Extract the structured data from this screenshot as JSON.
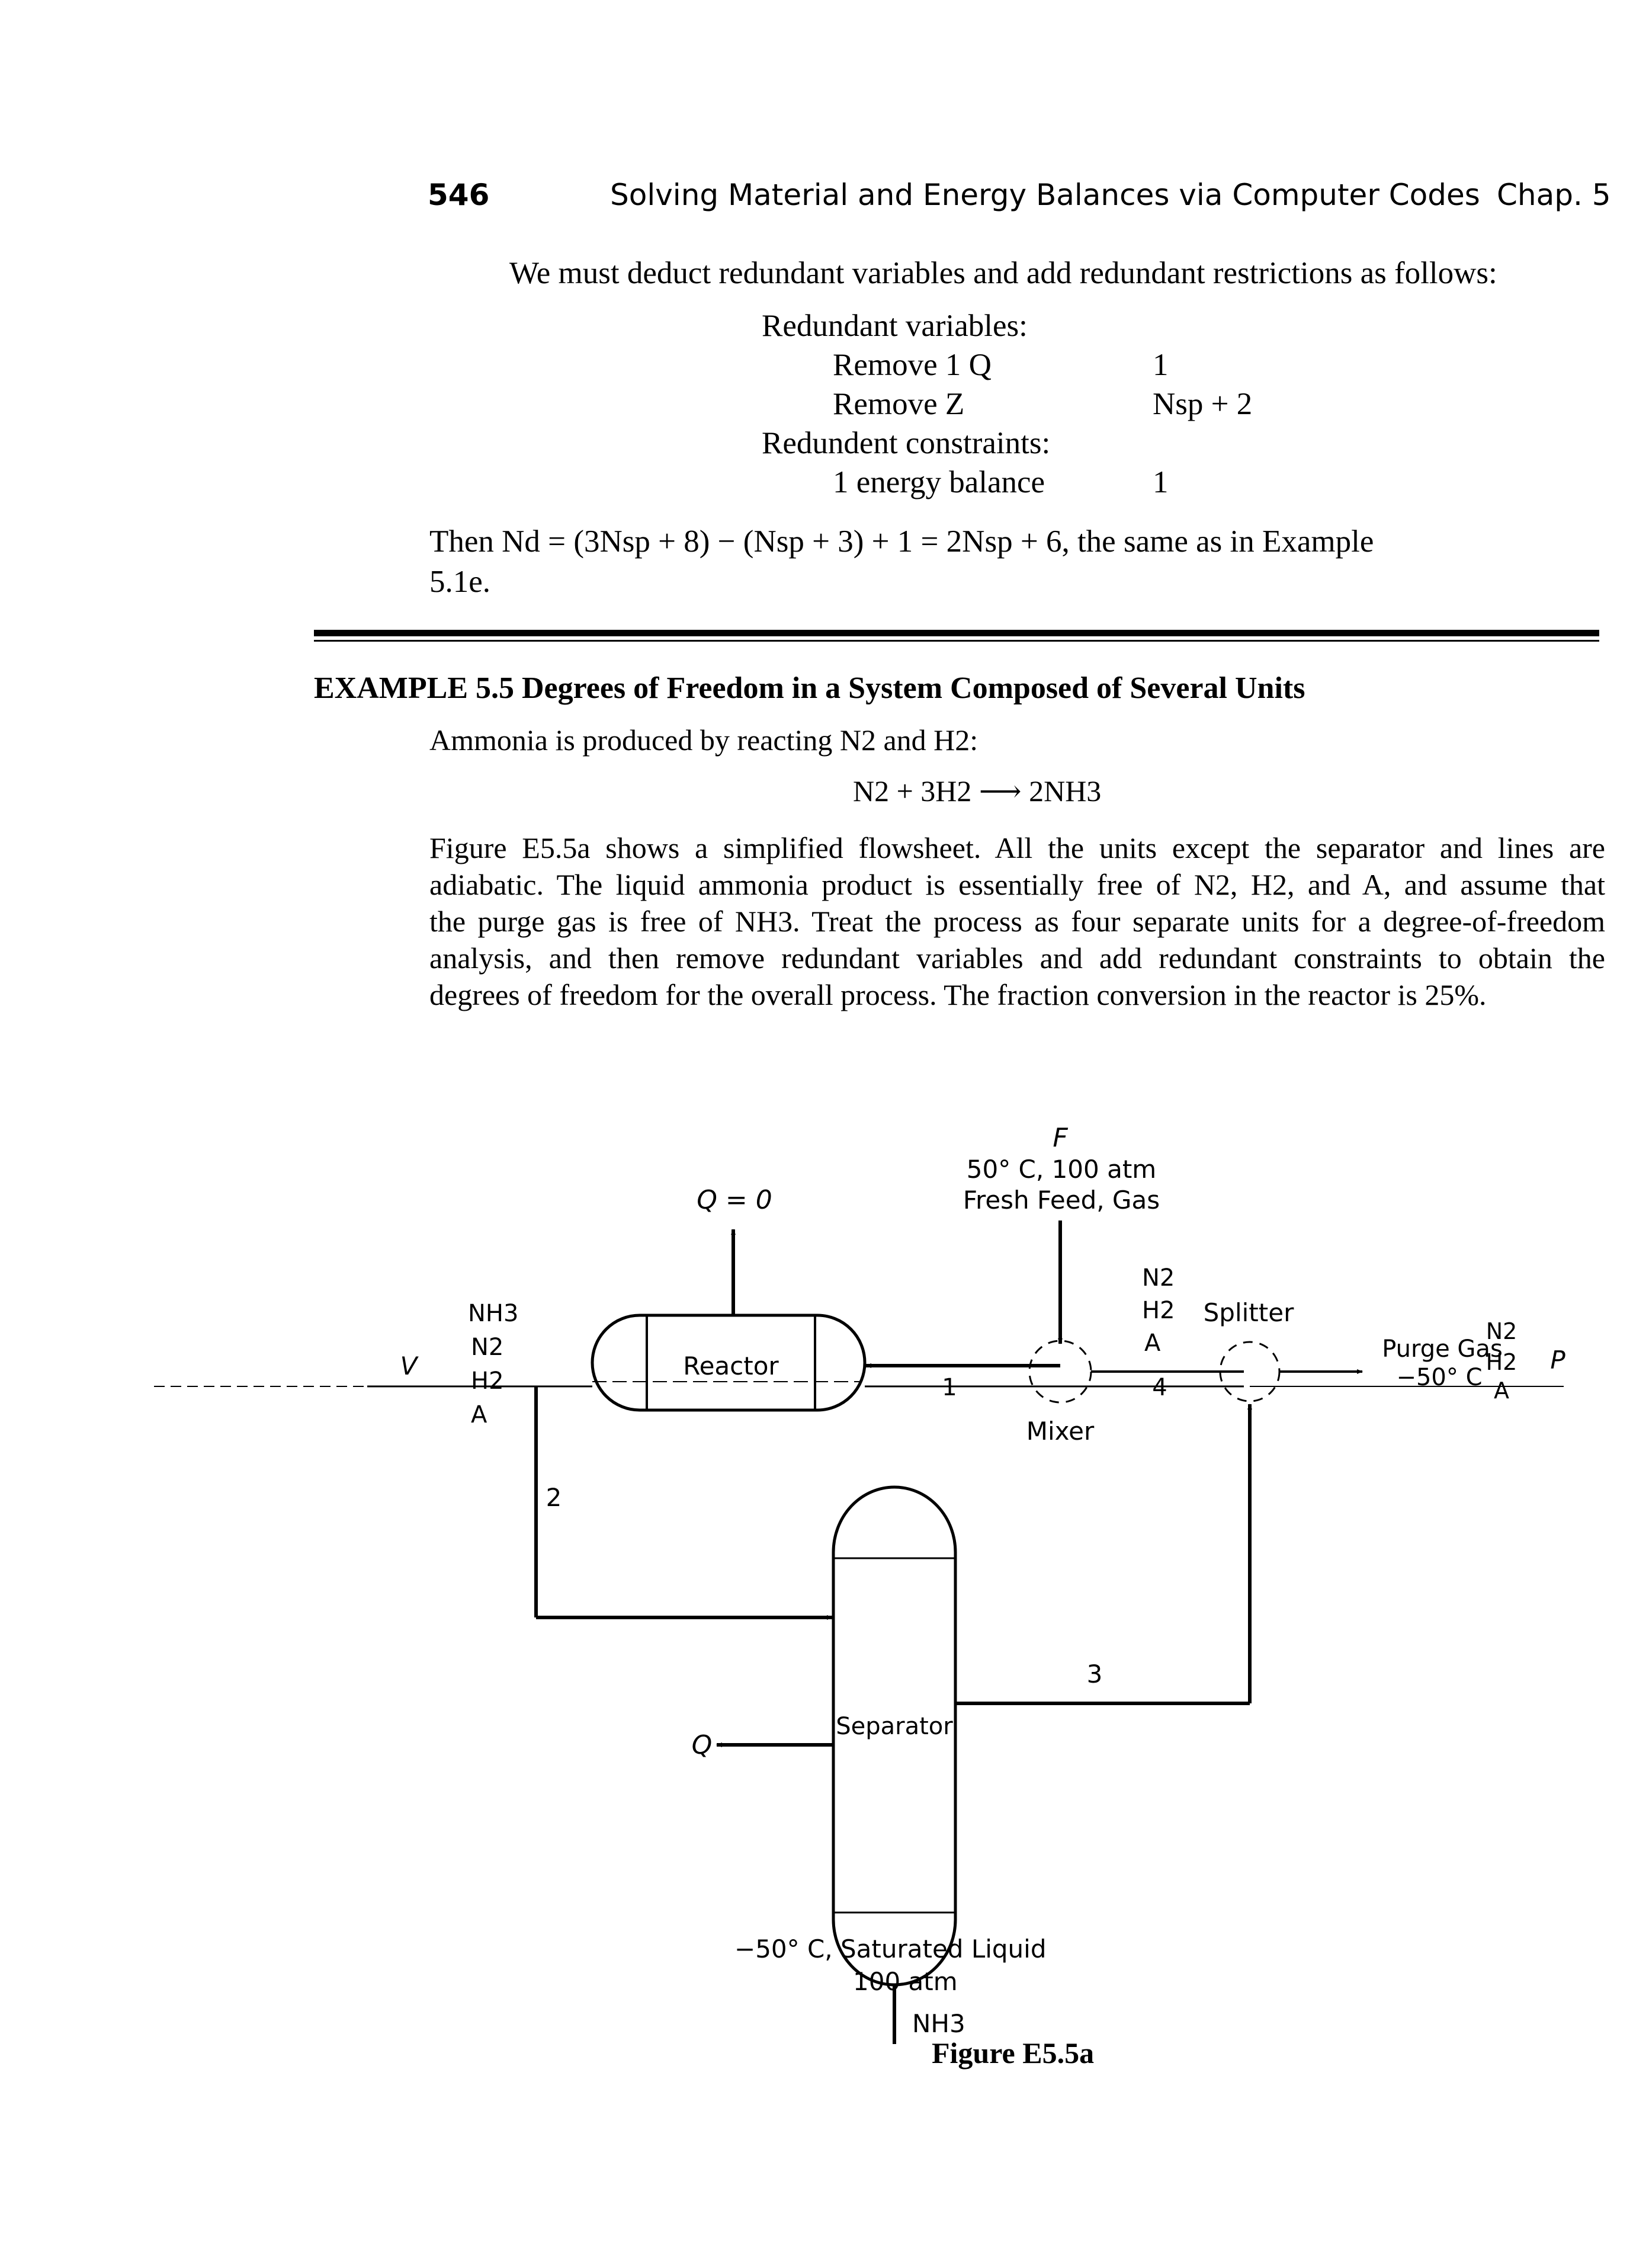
{
  "header": {
    "page_number": "546",
    "running_title": "Solving Material and Energy Balances via Computer Codes",
    "chapter": "Chap. 5"
  },
  "intro": {
    "sentence": "We must deduct redundant variables and add redundant restrictions as follows:"
  },
  "redundant_table": {
    "variables_heading": "Redundant variables:",
    "rows_variables": [
      {
        "label": "Remove 1 Q",
        "value": "1"
      },
      {
        "label": "Remove Z",
        "value": "Nsp + 2"
      }
    ],
    "constraints_heading": "Redundent constraints:",
    "rows_constraints": [
      {
        "label": "1 energy balance",
        "value": "1"
      }
    ]
  },
  "conclusion": {
    "line1": "Then Nd = (3Nsp + 8) − (Nsp + 3) + 1 = 2Nsp + 6, the same as in Example",
    "line2": "5.1e."
  },
  "example": {
    "heading": "EXAMPLE 5.5 Degrees of Freedom in a System Composed of Several Units",
    "intro": "Ammonia is produced by reacting N2 and H2:",
    "reaction": "N2 + 3H2 ⟶ 2NH3",
    "paragraph_lines": [
      "Figure E5.5a shows a simplified flowsheet. All the units except the separator and lines are",
      "adiabatic. The liquid ammonia product is essentially free of N2, H2, and A, and assume that",
      "the purge gas is free of NH3. Treat the process as four separate units for a degree-of-freedom",
      "analysis, and then remove redundant variables and add redundant constraints to obtain the",
      "degrees of freedom for the overall process. The fraction conversion in the reactor is 25%."
    ]
  },
  "flowsheet": {
    "feed_label": "F",
    "feed_conditions": "50° C, 100 atm",
    "feed_name": "Fresh Feed, Gas",
    "reactor_heat": "Q = 0",
    "reactor_label": "Reactor",
    "mixer_label": "Mixer",
    "splitter_label": "Splitter",
    "separator_label": "Separator",
    "separator_heat": "Q",
    "stream_labels": [
      "1",
      "2",
      "3",
      "4"
    ],
    "reactor_outlet_species": [
      "NH3",
      "N2",
      "H2",
      "A"
    ],
    "reactor_outlet_label": "V",
    "stream4_species": [
      "N2",
      "H2",
      "A"
    ],
    "purge_label": "Purge Gas",
    "purge_temp": "−50° C",
    "purge_species": [
      "N2",
      "H2",
      "A"
    ],
    "purge_stream": "P",
    "product_species": "NH3",
    "product_conditions": "−50° C, Saturated Liquid",
    "product_pressure": "100 atm"
  },
  "caption": "Figure E5.5a"
}
